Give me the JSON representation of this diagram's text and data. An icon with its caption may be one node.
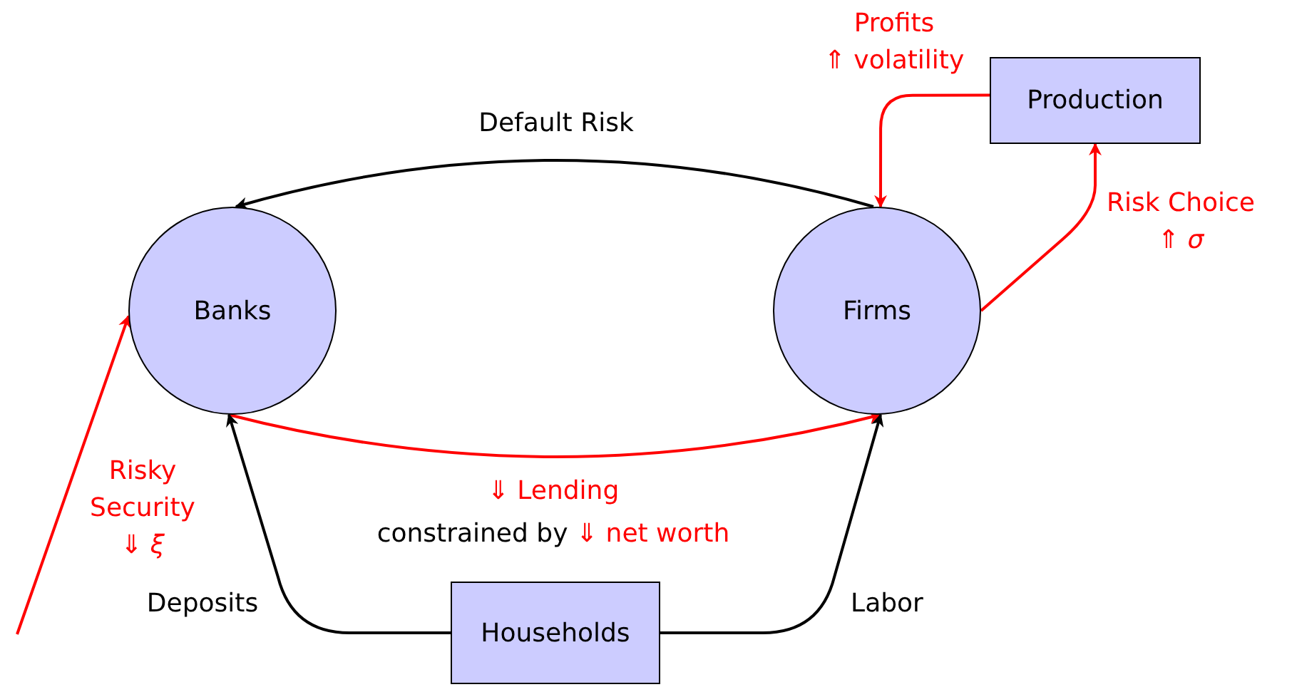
{
  "diagram": {
    "nodes": [
      {
        "text": [
          "Production"
        ]
      },
      {
        "text": [
          "Banks"
        ]
      },
      {
        "text": [
          "Firms"
        ]
      },
      {
        "text": [
          "Households"
        ]
      }
    ],
    "edges": [
      {
        "from": 2,
        "to": 1,
        "arrow": "to",
        "label": "Default Risk",
        "color": "#000000"
      },
      {
        "from": 0,
        "to": 2,
        "arrow": "to",
        "label": "Profits ⇑ volatility",
        "color": "#ff0000"
      },
      {
        "from": 2,
        "to": 0,
        "arrow": "to",
        "label": "Risk Choice ⇑ *σ*",
        "color": "#ff0000"
      },
      {
        "from": 1,
        "to": 2,
        "arrow": "to",
        "label": "⇓ Lending",
        "color": "#ff0000"
      },
      {
        "from": 3,
        "to": 1,
        "arrow": "to",
        "label": "Deposits",
        "color": "#000000"
      },
      {
        "from": 3,
        "to": 2,
        "arrow": "to",
        "label": "Labor",
        "color": "#000000"
      },
      {
        "from": null,
        "to": 1,
        "arrow": "to",
        "label": "Risky Security ⇓ *ξ*",
        "color": "#ff0000"
      }
    ],
    "labels": [
      "constrained by",
      "⇓ net worth"
    ]
  }
}
